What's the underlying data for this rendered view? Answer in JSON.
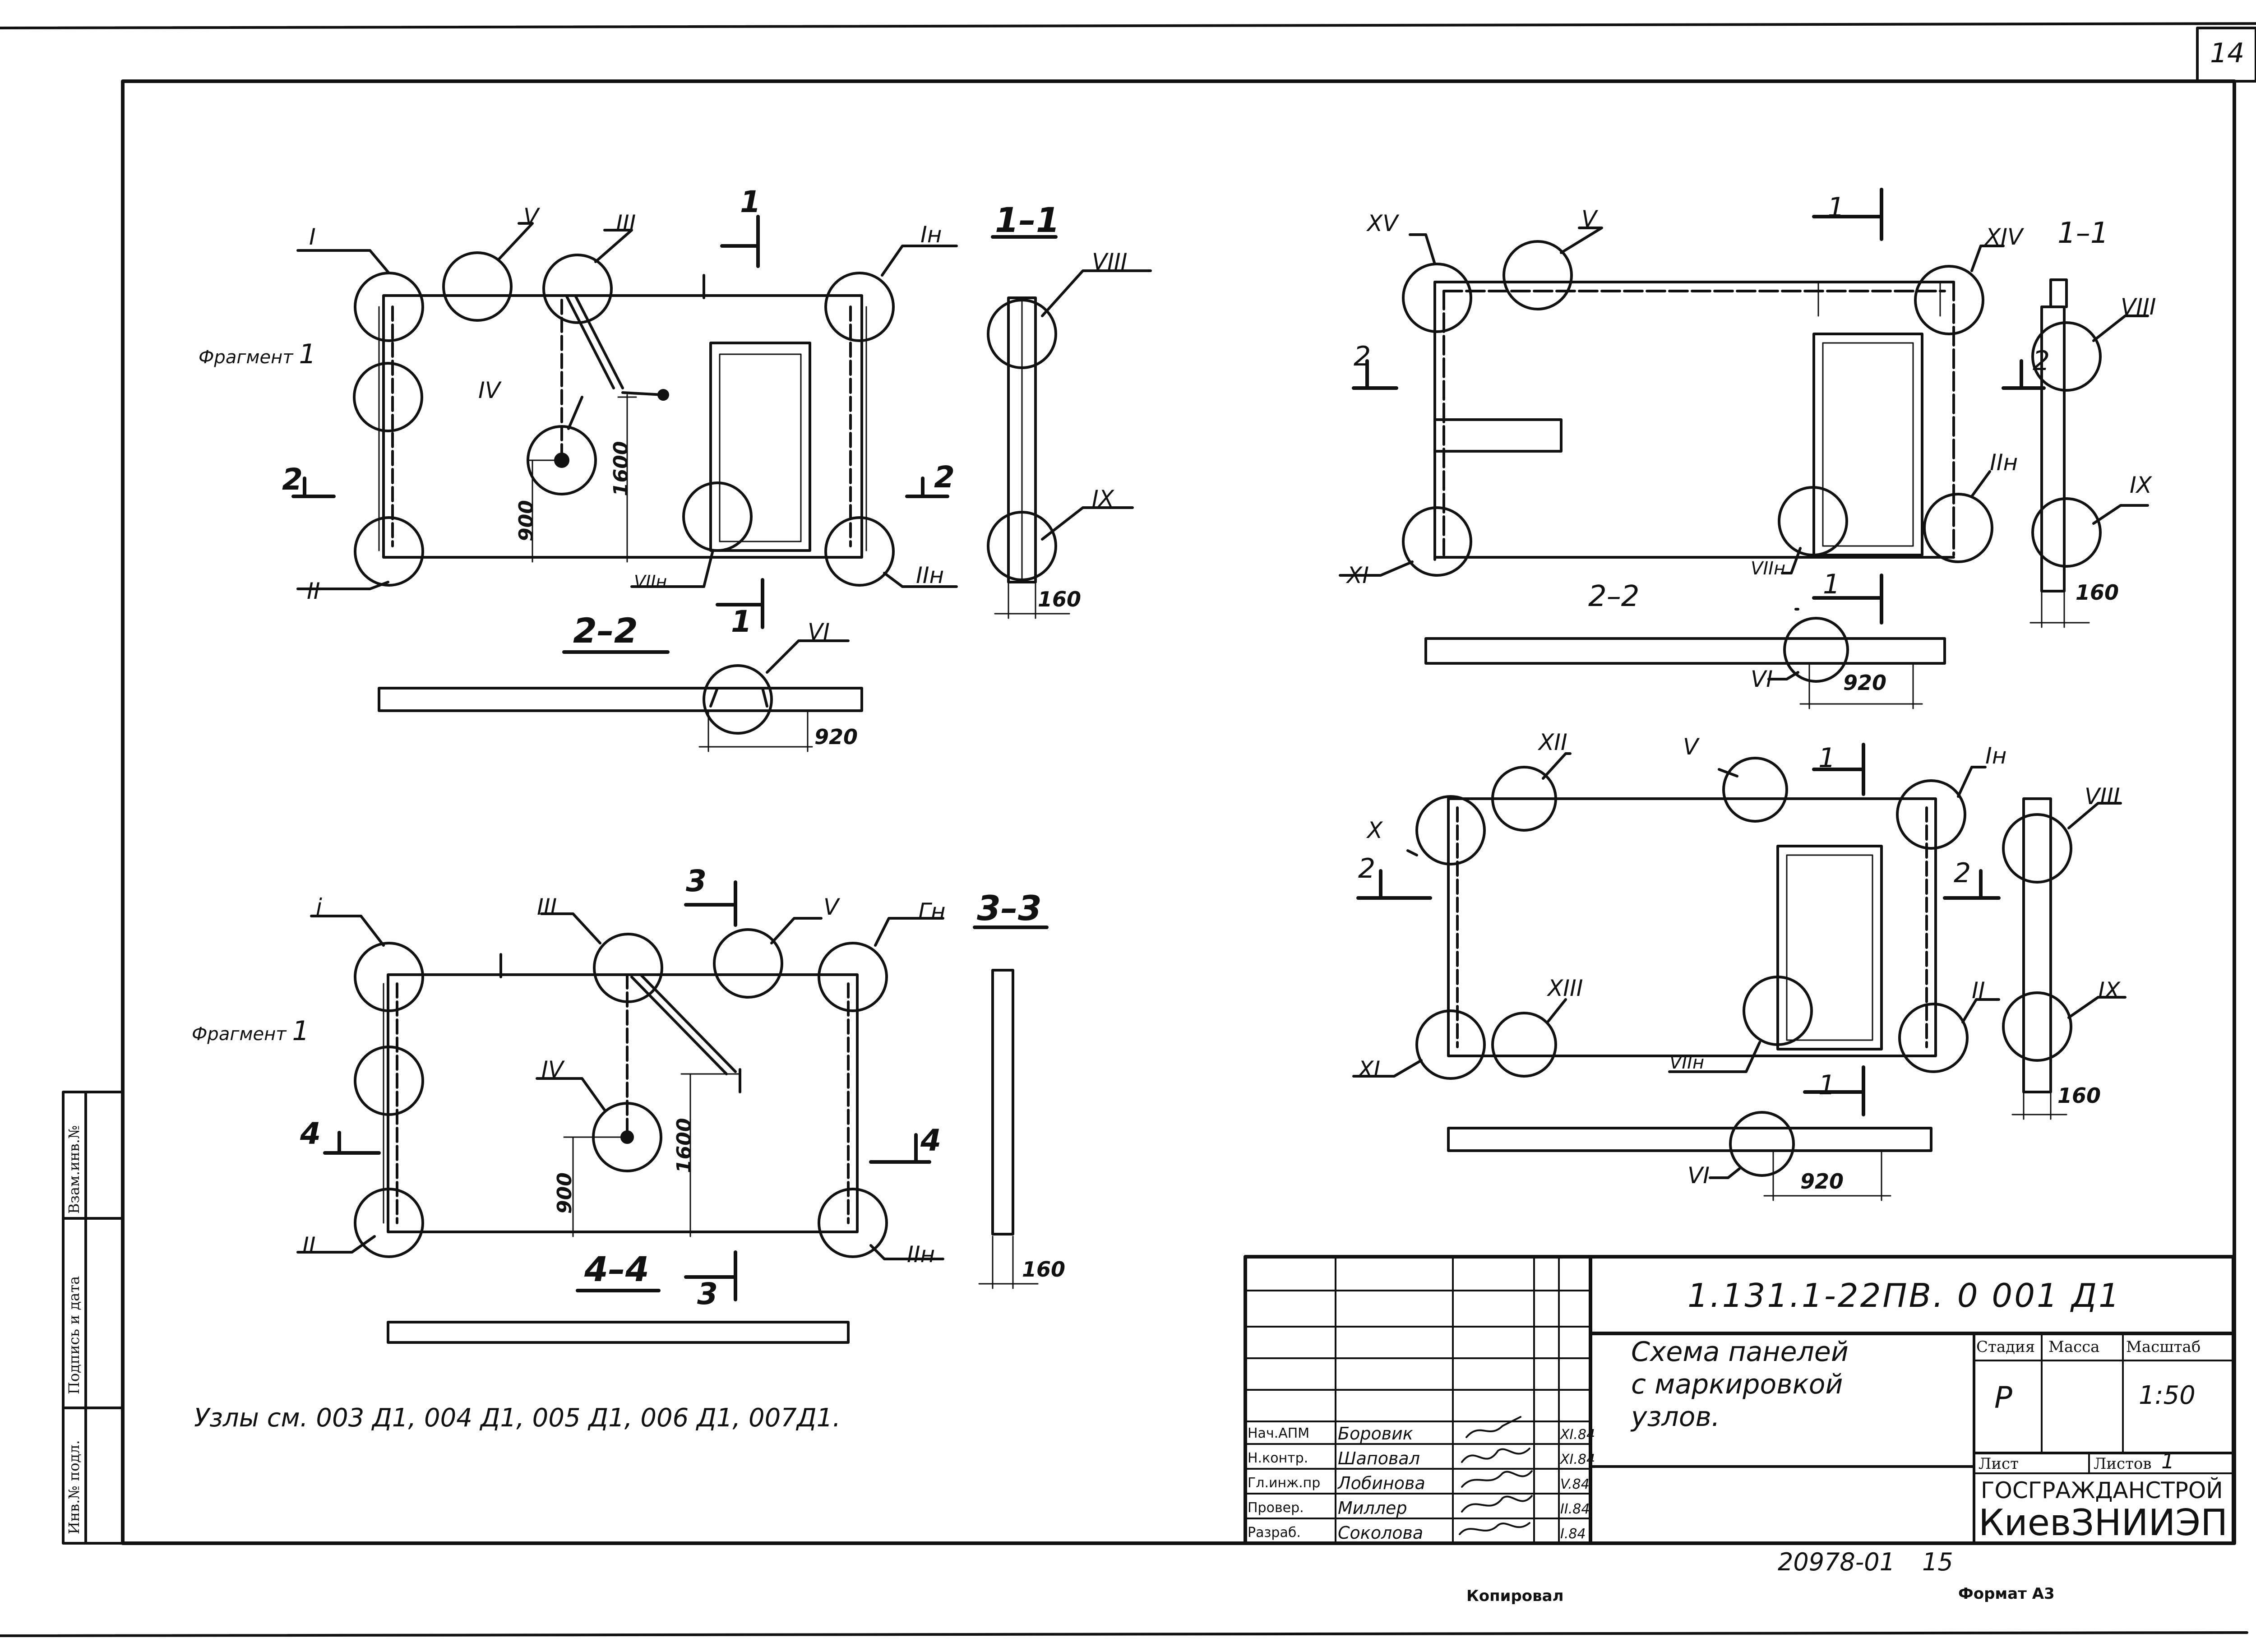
{
  "sheet_number": "14",
  "sections": {
    "s22_top": "2–2",
    "s11_left": "1–1",
    "s44": "4–4",
    "s33": "3–3",
    "s22_right": "2–2",
    "s11_right": "1–1"
  },
  "cuts": {
    "one": "1",
    "two": "2",
    "three": "3",
    "four": "4"
  },
  "nodes": {
    "I": "I",
    "II": "II",
    "III": "III",
    "IV": "IV",
    "V": "V",
    "VI": "VI",
    "VIIn": "VIIн",
    "VIII": "VIII",
    "IX": "IX",
    "X": "X",
    "XI": "XI",
    "XII": "XII",
    "XIII": "XIII",
    "XIV": "XIV",
    "XV": "XV",
    "In": "Iн",
    "IIn": "IIн",
    "i_small": "i",
    "Gn": "Гн"
  },
  "fragment": {
    "word": "Фрагмент",
    "num": "1"
  },
  "dims": {
    "d900": "900",
    "d1600": "1600",
    "d160": "160",
    "d920": "920"
  },
  "note": "Узлы   см.   003 Д1,  004 Д1,  005 Д1,  006 Д1,  007Д1.",
  "stamp": {
    "code": "1.131.1-22ПВ. 0  001  Д1",
    "title_lines": [
      "Схема   панелей",
      "с  маркировкой",
      "узлов."
    ],
    "roles": [
      "Нач.АПМ",
      "Н.контр.",
      "Гл.инж.пр",
      "Провер.",
      "Разраб."
    ],
    "names": [
      "Боровик",
      "Шаповал",
      "Лобинова",
      "Миллер",
      "Соколова"
    ],
    "dates": [
      "XI.84",
      "XI.84",
      "V.84",
      "II.84",
      "I.84"
    ],
    "hdr_stage": "Стадия",
    "hdr_mass": "Масса",
    "hdr_scale": "Масштаб",
    "stage": "Р",
    "scale": "1:50",
    "sheet_label": "Лист",
    "sheets_label": "Листов",
    "sheets_value": "1",
    "org_line1": "ГОСГРАЖДАНСТРОЙ",
    "org_line2": "КиевЗНИИЭП"
  },
  "side_labels": [
    "Инв.№ подл.",
    "Подпись и дата",
    "Взам.инв.№"
  ],
  "footer": {
    "inventory": "20978-01",
    "page": "15",
    "copied": "Копировал",
    "format": "Формат А3"
  }
}
